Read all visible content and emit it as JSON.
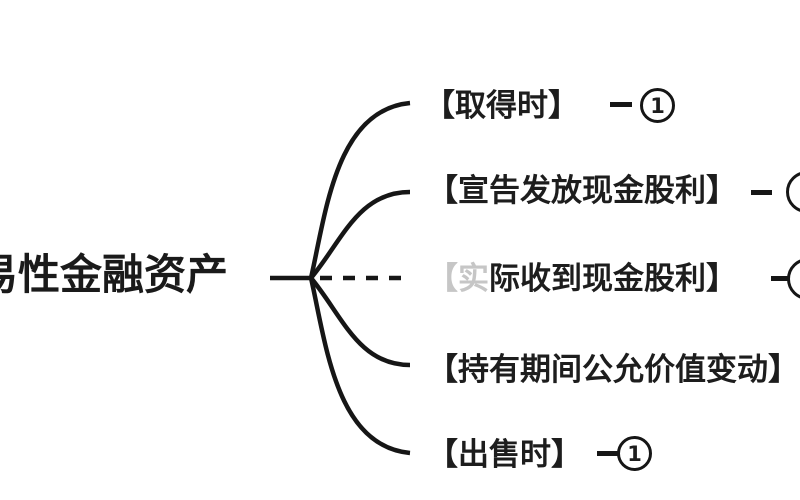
{
  "diagram": {
    "type": "mindmap",
    "root": {
      "label": "交易性金融资产",
      "visible_label": "易性金融资产",
      "note": "clipped at left edge of image"
    },
    "branches": [
      {
        "label": "【取得时】",
        "badge": "1"
      },
      {
        "label": "【宣告发放现金股利】",
        "badge": ""
      },
      {
        "label_faint_prefix": "【实",
        "label": "际收到现金股利】",
        "badge": "",
        "connector_style": "dashed"
      },
      {
        "label": "【持有期间公允价值变动】"
      },
      {
        "label": "【出售时】",
        "badge": "1"
      }
    ],
    "colors": {
      "background": "#ffffff",
      "ink": "#161616",
      "text": "#1d1d1d",
      "faint_text": "#c6c6c6"
    }
  }
}
